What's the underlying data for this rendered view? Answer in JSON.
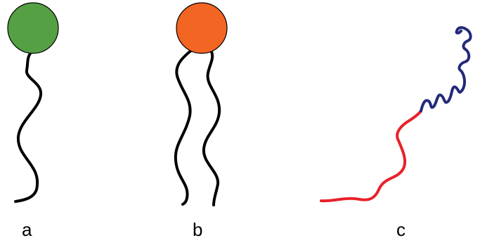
{
  "panels": [
    {
      "label": "a",
      "head_color": "#55a045",
      "tail_color": "#000000"
    },
    {
      "label": "b",
      "head_color": "#f26522",
      "tail_color": "#000000"
    },
    {
      "label": "c",
      "tail_colors": [
        "#e8212a",
        "#232a7a"
      ]
    }
  ]
}
